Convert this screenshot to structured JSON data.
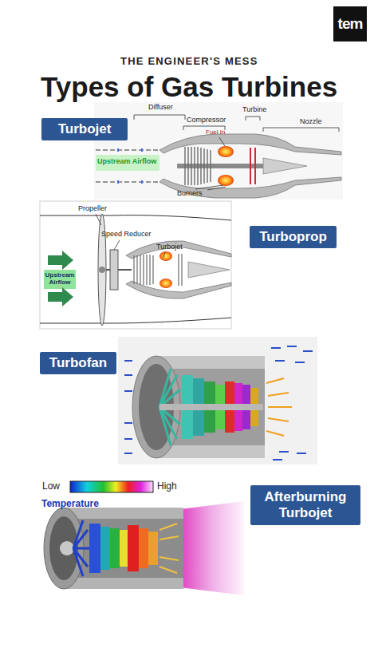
{
  "diagram": {
    "title": "Types of Gas Turbines",
    "nodes": [
      {
        "text": [
          "tem"
        ]
      },
      {
        "text": [
          "Turbojet"
        ]
      },
      {
        "text": [
          "Turboprop"
        ]
      },
      {
        "text": [
          "Upstream Airflow"
        ]
      },
      {
        "text": [
          "Turbofan"
        ]
      },
      {
        "text": [
          "Afterburning Turbojet"
        ]
      }
    ],
    "labels": [
      "THE ENGINEER'S MESS",
      "Diffuser",
      "Compressor",
      "Turbine",
      "Fuel In",
      "Upstream Airflow",
      "Nozzle",
      "Burners",
      "Propeller",
      "Speed Reducer",
      "Turbojet",
      "Low",
      "High",
      "Temperature"
    ]
  }
}
